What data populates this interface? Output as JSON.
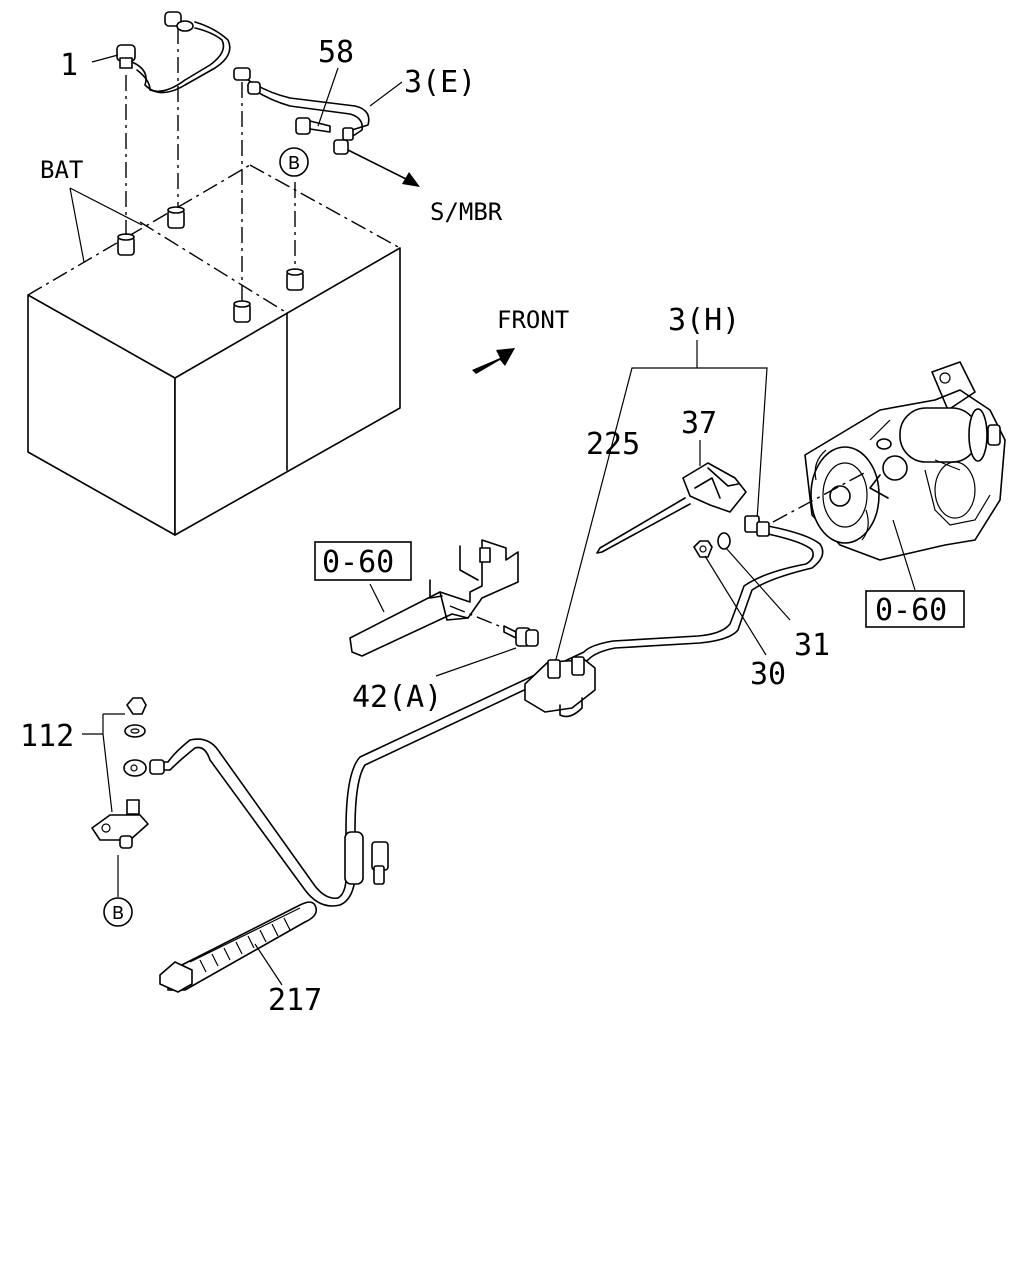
{
  "callouts": {
    "p1": "1",
    "p58": "58",
    "p3e": "3(E)",
    "bat": "BAT",
    "smbr": "S/MBR",
    "b_top": "B",
    "front": "FRONT",
    "p3h": "3(H)",
    "p225": "225",
    "p37": "37",
    "ref060_left": "0-60",
    "ref060_right": "0-60",
    "p31": "31",
    "p30": "30",
    "p42a": "42(A)",
    "p112": "112",
    "b_bottom": "B",
    "p217": "217"
  }
}
